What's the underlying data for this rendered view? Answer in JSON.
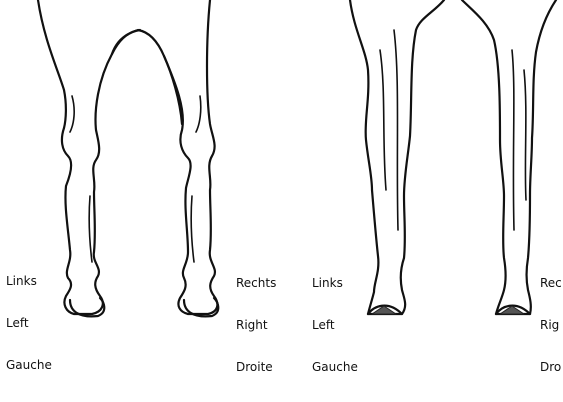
{
  "left_figure": {
    "left_label": {
      "de": "Links",
      "en": "Left",
      "fr": "Gauche"
    },
    "right_label": {
      "de": "Rechts",
      "en": "Right",
      "fr": "Droite"
    }
  },
  "right_figure": {
    "left_label": {
      "de": "Links",
      "en": "Left",
      "fr": "Gauche"
    },
    "right_label_partial": {
      "de": "Rec",
      "en": "Rig",
      "fr": "Dro"
    }
  }
}
